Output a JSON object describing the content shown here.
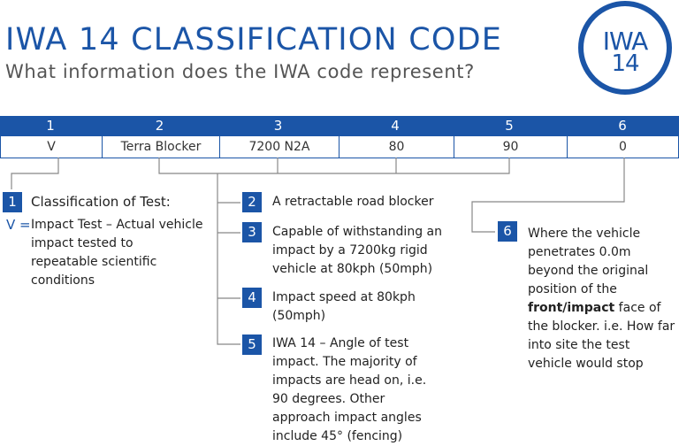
{
  "header": {
    "title": "IWA 14 CLASSIFICATION CODE",
    "subtitle": "What information does the IWA code represent?"
  },
  "logo": {
    "line1": "IWA",
    "line2": "14"
  },
  "table": {
    "headers": [
      "1",
      "2",
      "3",
      "4",
      "5",
      "6"
    ],
    "values": [
      "V",
      "Terra Blocker",
      "7200 N2A",
      "80",
      "90",
      "0"
    ]
  },
  "colors": {
    "brand_blue": "#1b55a7"
  },
  "items": [
    {
      "number": "1",
      "title": "Classification of Test:",
      "prefix": "V =",
      "text": "Impact Test – Actual vehicle impact tested to repeatable scientific conditions"
    },
    {
      "number": "2",
      "text": "A retractable road blocker"
    },
    {
      "number": "3",
      "text": "Capable of withstanding an impact by a 7200kg rigid vehicle at 80kph (50mph)"
    },
    {
      "number": "4",
      "text": "Impact speed at 80kph (50mph)"
    },
    {
      "number": "5",
      "text": "IWA 14 – Angle of test impact. The majority of impacts are head on, i.e. 90 degrees. Other approach impact angles include 45° (fencing)"
    },
    {
      "number": "6",
      "text_before": "Where the vehicle penetrates 0.0m beyond the original position of the ",
      "text_bold": "front/impact",
      "text_after": " face of the blocker. i.e. How far into site the test vehicle would stop"
    }
  ]
}
